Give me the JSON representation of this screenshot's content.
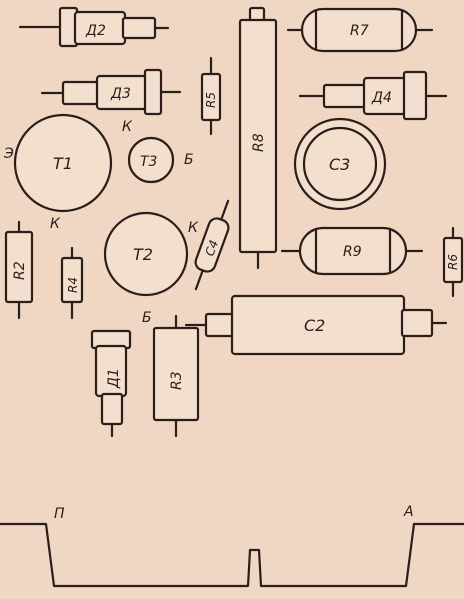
{
  "components": {
    "d2": "Д2",
    "r7": "R7",
    "d3": "Д3",
    "r5": "R5",
    "r8": "R8",
    "d4": "Д4",
    "t1": "Т1",
    "t3": "Т3",
    "c3": "С3",
    "r2": "R2",
    "r4": "R4",
    "t2": "Т2",
    "c4": "С4",
    "r9": "R9",
    "r6": "R6",
    "c2": "С2",
    "d1": "Д1",
    "r3": "R3"
  },
  "pins": {
    "t1_emitter": "Э",
    "t1_collector_top": "К",
    "t1_collector_bottom": "К",
    "t3_base": "Б",
    "t2_collector": "К",
    "t2_base": "Б"
  },
  "board_edge": {
    "left": "П",
    "right": "А"
  }
}
